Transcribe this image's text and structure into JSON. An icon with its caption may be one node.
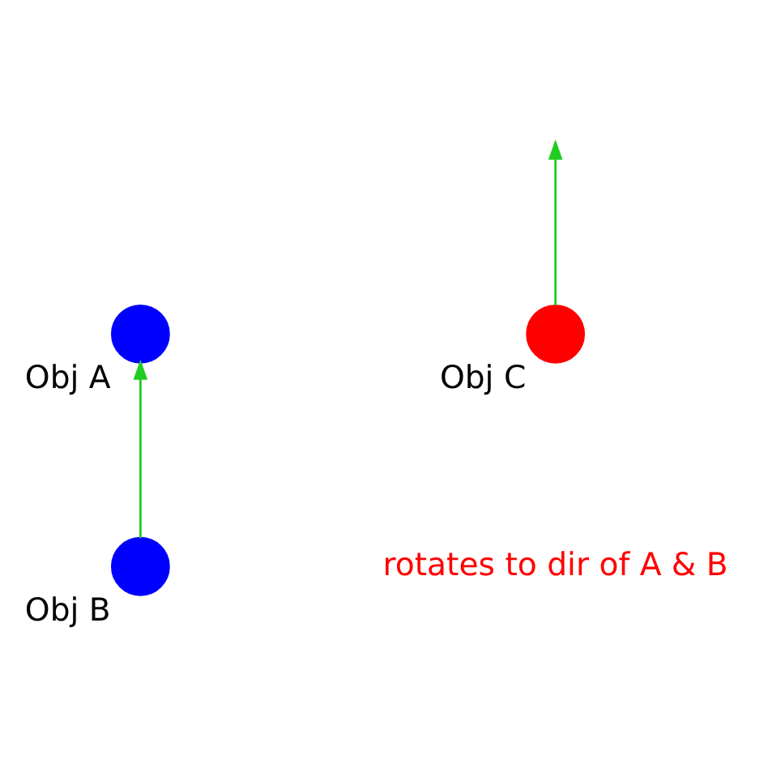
{
  "diagram": {
    "nodes": [
      {
        "text": [],
        "shape": "circle",
        "beside": [
          "Obj A"
        ]
      },
      {
        "text": [],
        "shape": "circle",
        "beside": [
          "Obj B"
        ]
      },
      {
        "text": [],
        "shape": "circle",
        "beside": [
          "Obj C"
        ]
      }
    ],
    "edges": [
      {
        "from": 1,
        "to": 0,
        "arrow": "to"
      },
      {
        "from": 2,
        "to": null,
        "arrow": "to"
      }
    ],
    "labels": [
      "rotates to dir of A & B"
    ]
  }
}
